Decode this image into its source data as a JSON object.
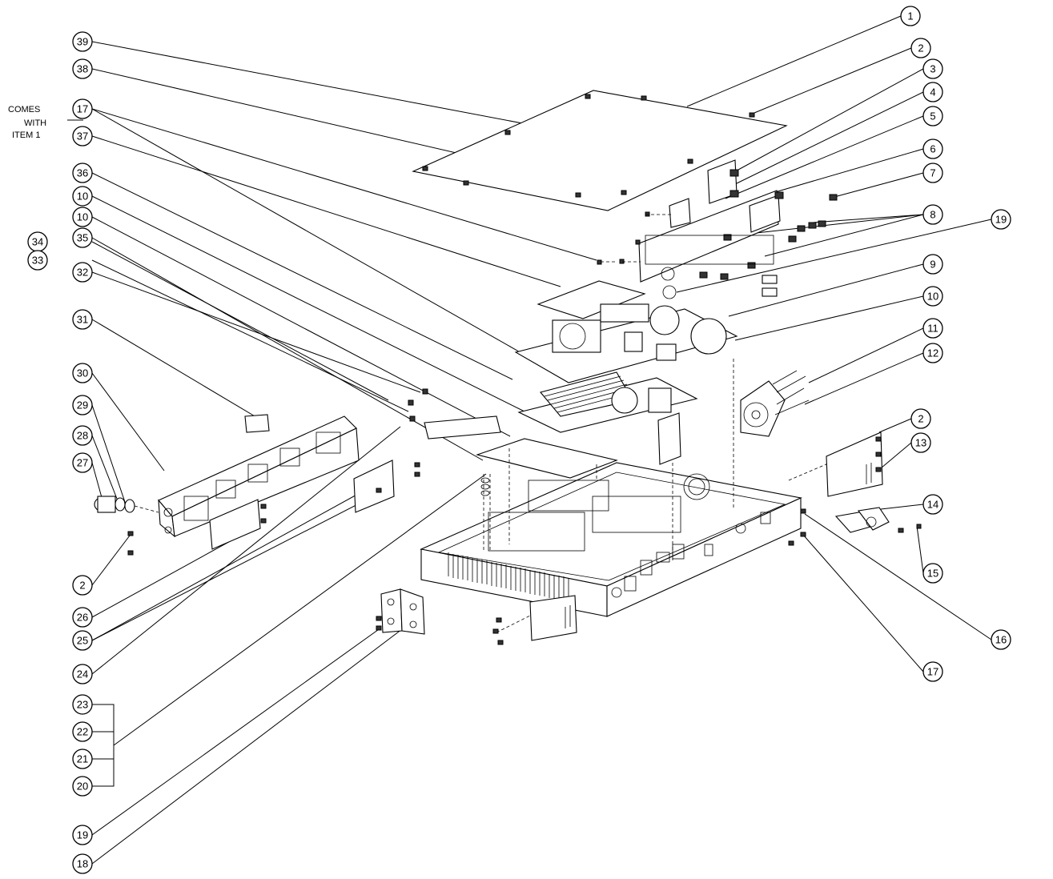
{
  "note": {
    "lines": [
      "COMES",
      "WITH",
      "ITEM 1"
    ]
  },
  "callouts": [
    "1",
    "2",
    "3",
    "4",
    "5",
    "6",
    "7",
    "8",
    "19",
    "9",
    "10",
    "11",
    "12",
    "2",
    "13",
    "14",
    "15",
    "16",
    "17",
    "39",
    "38",
    "17",
    "37",
    "36",
    "10",
    "10",
    "35",
    "34",
    "33",
    "32",
    "31",
    "30",
    "29",
    "28",
    "27",
    "2",
    "26",
    "25",
    "24",
    "23",
    "22",
    "21",
    "20",
    "19",
    "18"
  ]
}
